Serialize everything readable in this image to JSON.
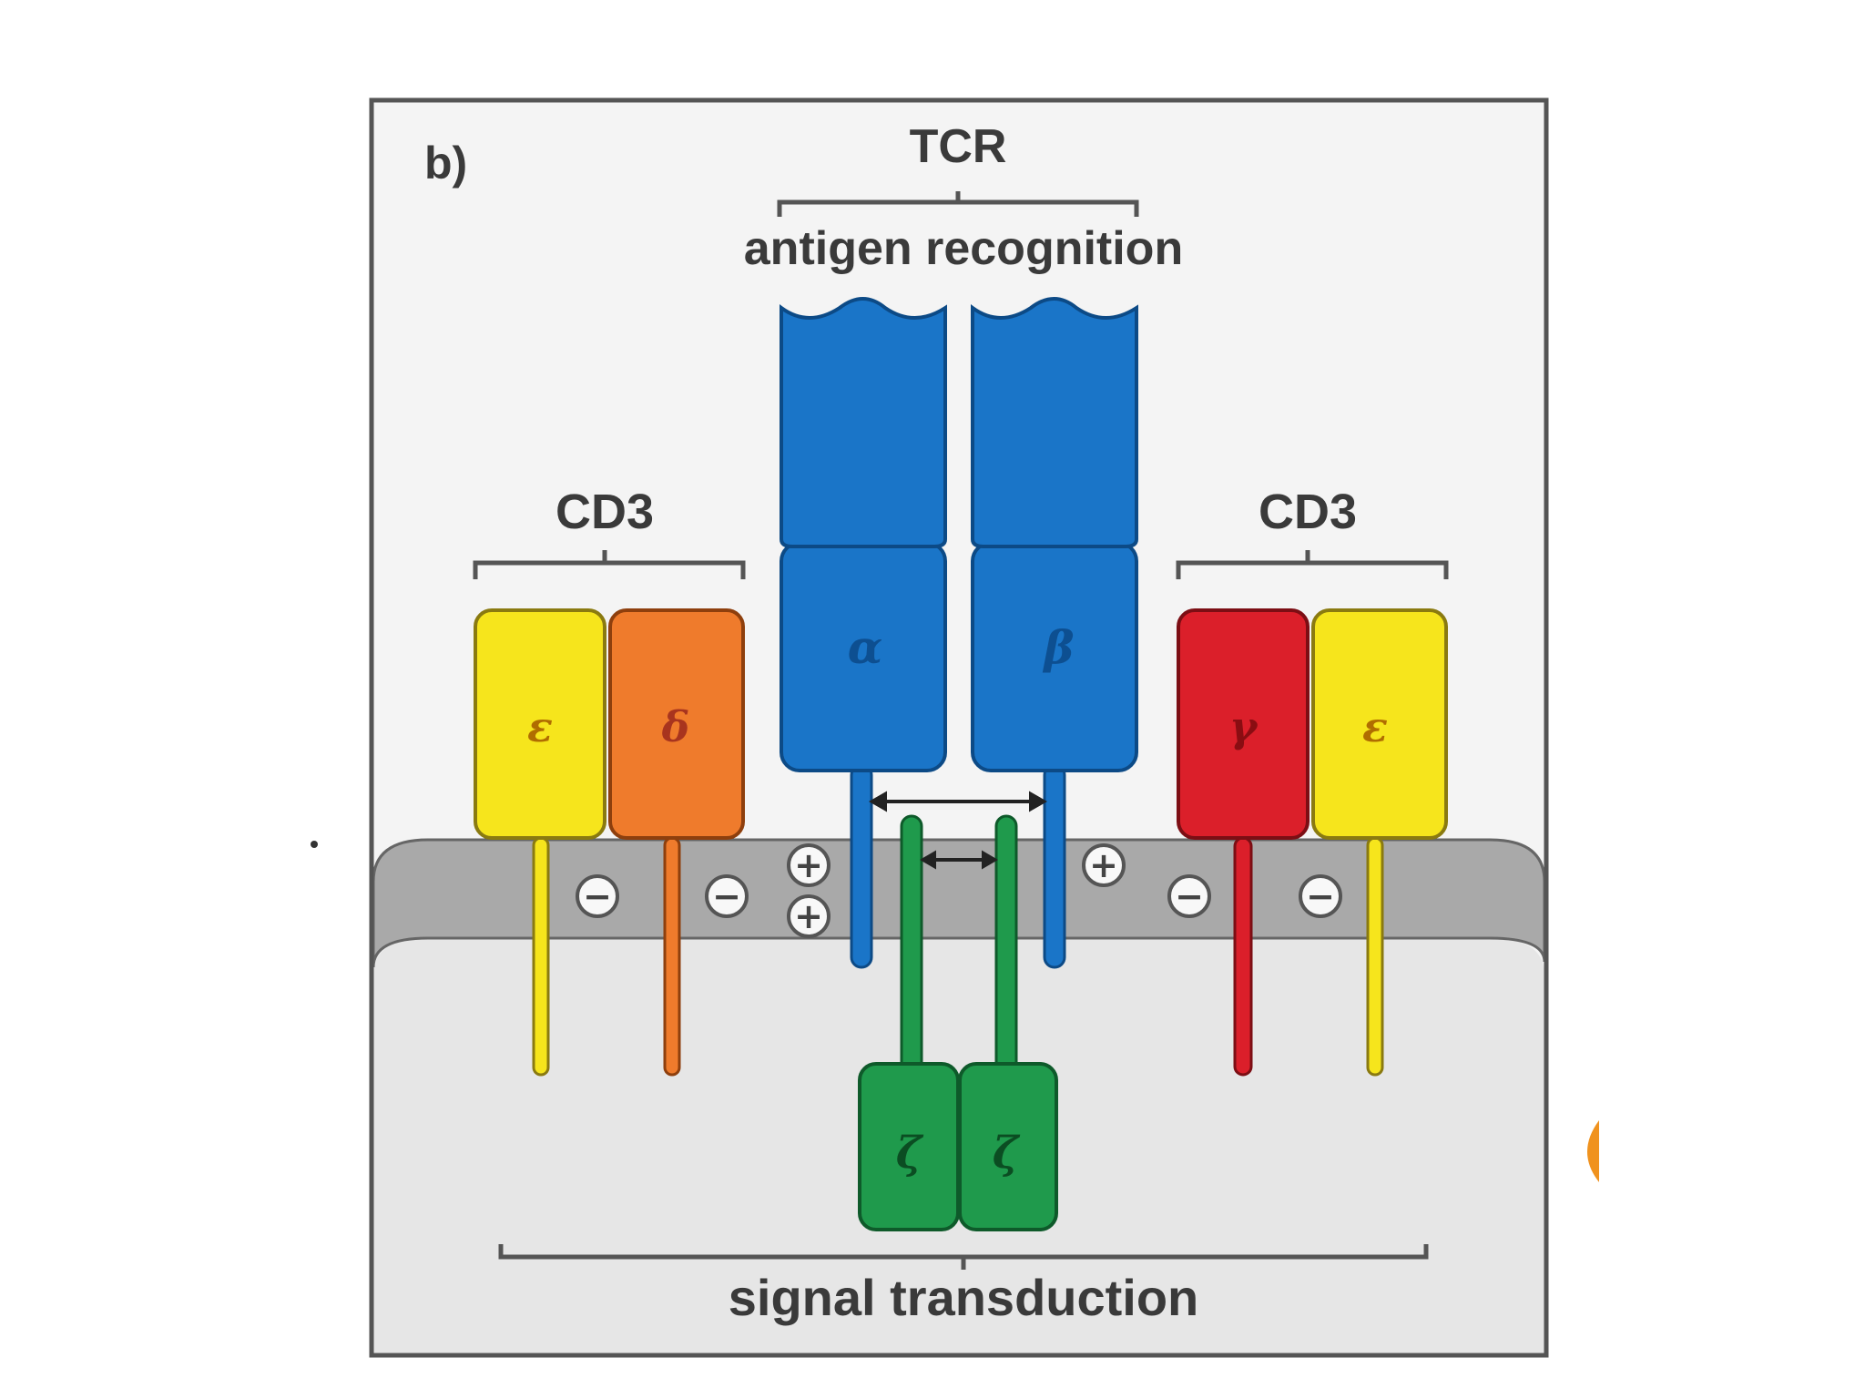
{
  "panel_label": "b)",
  "tcr": {
    "title": "TCR",
    "function": "antigen recognition"
  },
  "cd3_left": {
    "title": "CD3"
  },
  "cd3_right": {
    "title": "CD3"
  },
  "bottom_label": "signal transduction",
  "chains": {
    "epsilon_left": "ε",
    "delta": "δ",
    "alpha": "α",
    "beta": "β",
    "gamma": "γ",
    "epsilon_right": "ε",
    "zeta_left": "ζ",
    "zeta_right": "ζ"
  },
  "charges": {
    "negative": "−",
    "positive": "+"
  },
  "colors": {
    "tcr_blue": "#1a75c8",
    "cd3_epsilon_yellow": "#f6e51c",
    "cd3_delta_orange": "#ef7b2c",
    "cd3_gamma_red": "#db1f2a",
    "zeta_green": "#1f9a4c",
    "membrane_gray": "#a9a9a9",
    "cytoplasm_gray": "#e6e6e6"
  }
}
